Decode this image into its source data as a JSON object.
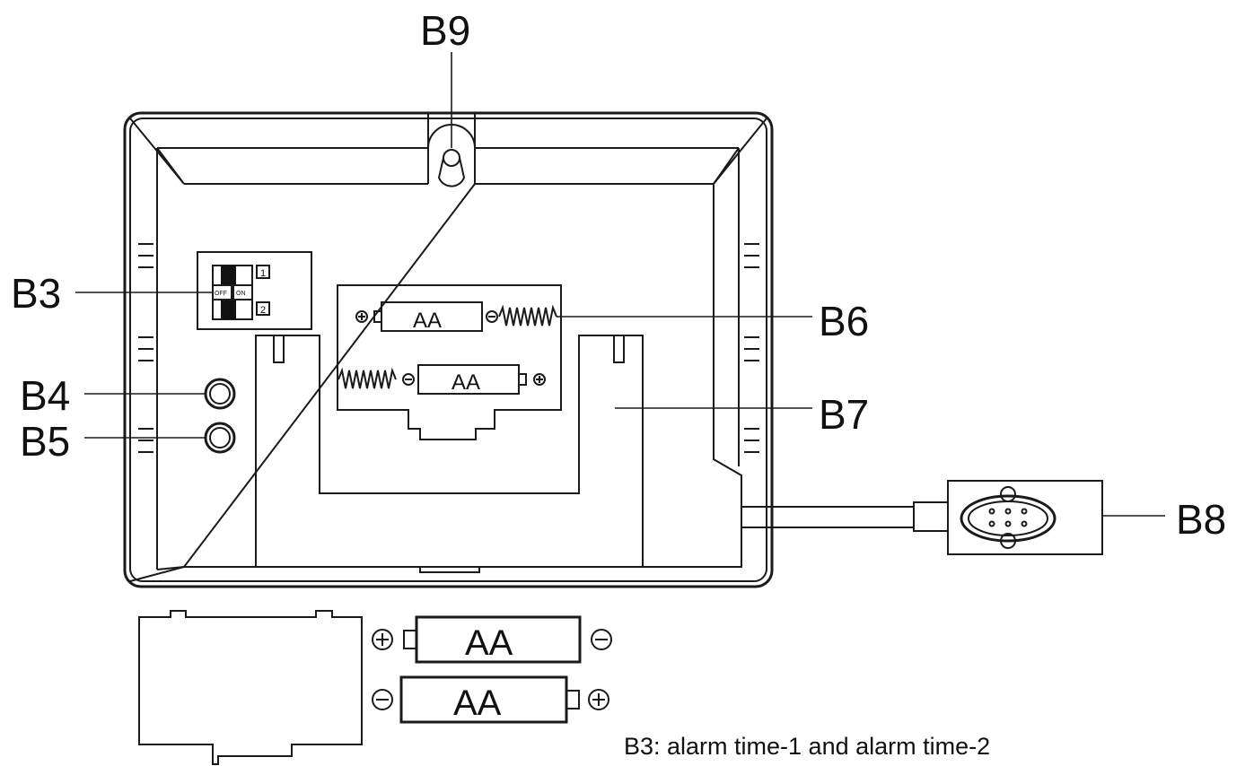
{
  "labels": {
    "b9": "B9",
    "b3": "B3",
    "b4": "B4",
    "b5": "B5",
    "b6": "B6",
    "b7": "B7",
    "b8": "B8"
  },
  "batteries": {
    "inner_top": "AA",
    "inner_bottom": "AA",
    "loose_top": "AA",
    "loose_bottom": "AA"
  },
  "switch": {
    "pos1": "1",
    "pos2": "2",
    "tiny_left": "OFF",
    "tiny_right": "ON"
  },
  "caption": "B3: alarm time-1 and alarm time-2"
}
